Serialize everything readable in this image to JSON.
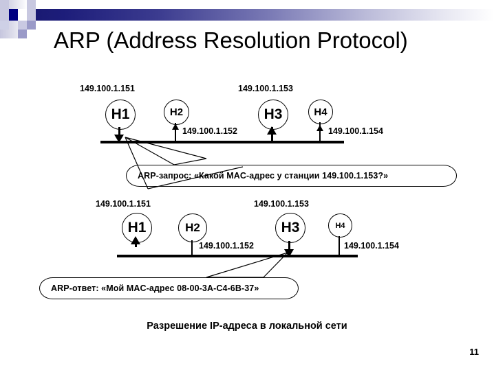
{
  "slide": {
    "title": "ARP (Address Resolution Protocol)",
    "caption": "Разрешение IP-адреса в локальной сети",
    "page_number": "11",
    "accent_color": "#191970",
    "decoration_square_color": "#000080",
    "background_color": "#ffffff"
  },
  "diagram1": {
    "hosts": [
      {
        "name": "H1",
        "ip": "149.100.1.151",
        "ip_position": "above",
        "arrow": "down"
      },
      {
        "name": "H2",
        "ip": "149.100.1.152",
        "ip_position": "right",
        "arrow": "up"
      },
      {
        "name": "H3",
        "ip": "149.100.1.153",
        "ip_position": "above",
        "arrow": "up"
      },
      {
        "name": "H4",
        "ip": "149.100.1.154",
        "ip_position": "right",
        "arrow": "up"
      }
    ],
    "callout": "ARP-запрос: «Какой MAC-адрес у станции 149.100.1.153?»"
  },
  "diagram2": {
    "hosts": [
      {
        "name": "H1",
        "ip": "149.100.1.151",
        "ip_position": "above",
        "arrow": "up"
      },
      {
        "name": "H2",
        "ip": "149.100.1.152",
        "ip_position": "right",
        "arrow": "none"
      },
      {
        "name": "H3",
        "ip": "149.100.1.153",
        "ip_position": "above",
        "arrow": "down"
      },
      {
        "name": "H4",
        "ip": "149.100.1.154",
        "ip_position": "right",
        "arrow": "none"
      }
    ],
    "callout": "ARP-ответ: «Мой MAC-адрес  08-00-3A-C4-6B-37»"
  }
}
